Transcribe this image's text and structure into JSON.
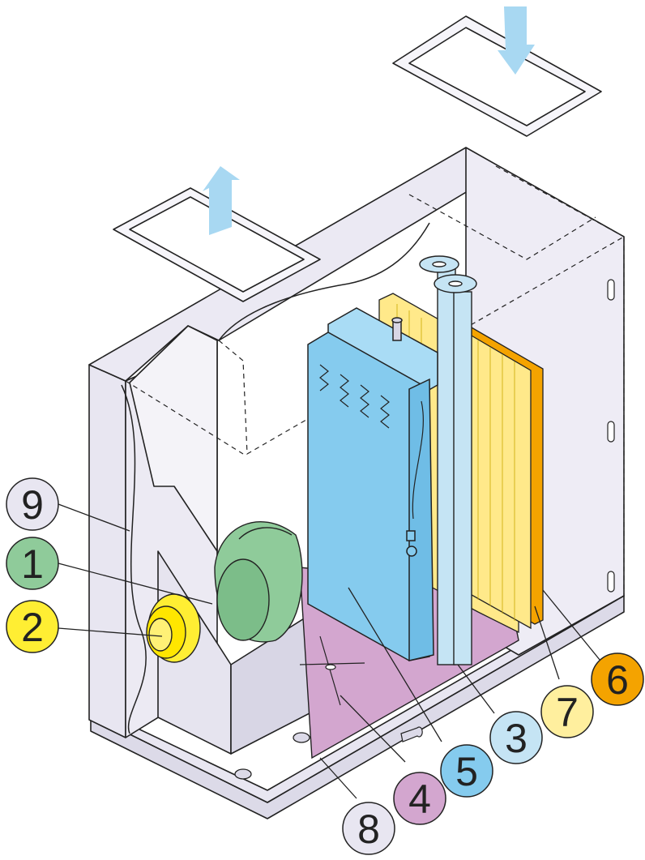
{
  "colors": {
    "outline": "#222222",
    "housing": "#e8e6f1",
    "fan": "#8fcb9a",
    "motor": "#ffee33",
    "evaporator": "#85cbee",
    "pipe": "#c5e4f4",
    "drain_pan": "#d3a6cf",
    "filter_medium": "#ffe98a",
    "filter_final": "#f4a300",
    "flow_arrow": "#a8d8f2"
  },
  "callouts": [
    {
      "number": "1",
      "color": "#8fcb9a"
    },
    {
      "number": "2",
      "color": "#ffee33"
    },
    {
      "number": "3",
      "color": "#c5e4f4"
    },
    {
      "number": "4",
      "color": "#d3a6cf"
    },
    {
      "number": "5",
      "color": "#85cbee"
    },
    {
      "number": "6",
      "color": "#f4a300"
    },
    {
      "number": "7",
      "color": "#ffef9e"
    },
    {
      "number": "8",
      "color": "#e8e6f1"
    },
    {
      "number": "9",
      "color": "#e8e6f1"
    }
  ]
}
